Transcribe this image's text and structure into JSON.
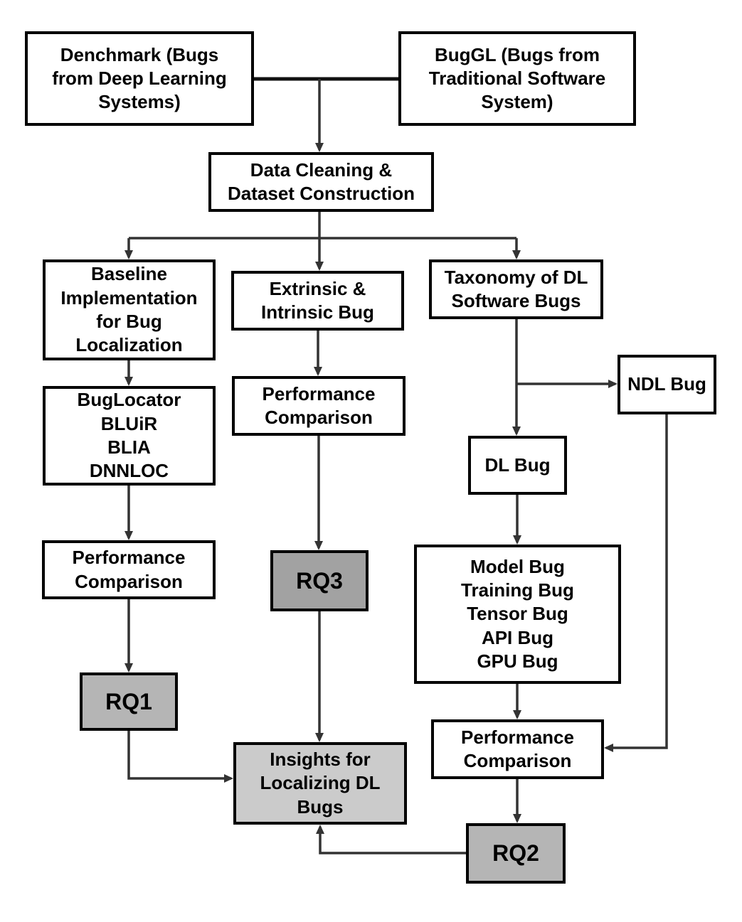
{
  "diagram": {
    "nodes": {
      "denchmark": {
        "label": "Denchmark (Bugs\nfrom Deep Learning\nSystems)"
      },
      "buggl": {
        "label": "BugGL (Bugs from\nTraditional Software\nSystem)"
      },
      "data_cleaning": {
        "label": "Data Cleaning &\nDataset Construction"
      },
      "baseline": {
        "label": "Baseline\nImplementation\nfor Bug\nLocalization"
      },
      "locators": {
        "label": "BugLocator\nBLUiR\nBLIA\nDNNLOC"
      },
      "perf_left": {
        "label": "Performance\nComparison"
      },
      "rq1": {
        "label": "RQ1",
        "fill": "#b5b5b5"
      },
      "extrinsic": {
        "label": "Extrinsic &\nIntrinsic Bug"
      },
      "perf_mid": {
        "label": "Performance\nComparison"
      },
      "rq3": {
        "label": "RQ3",
        "fill": "#a2a2a2"
      },
      "insights": {
        "label": "Insights for\nLocalizing DL\nBugs",
        "fill": "#cbcbcb"
      },
      "taxonomy": {
        "label": "Taxonomy of DL\nSoftware Bugs"
      },
      "ndl_bug": {
        "label": "NDL Bug"
      },
      "dl_bug": {
        "label": "DL Bug"
      },
      "dl_bug_types": {
        "label": "Model Bug\nTraining Bug\nTensor Bug\nAPI Bug\nGPU Bug"
      },
      "perf_right": {
        "label": "Performance\nComparison"
      },
      "rq2": {
        "label": "RQ2",
        "fill": "#b5b5b5"
      }
    },
    "colors": {
      "connector": "#333333",
      "connector_strong": "#111111",
      "box_border": "#000000",
      "box_fill": "#ffffff",
      "background": "#ffffff"
    }
  }
}
